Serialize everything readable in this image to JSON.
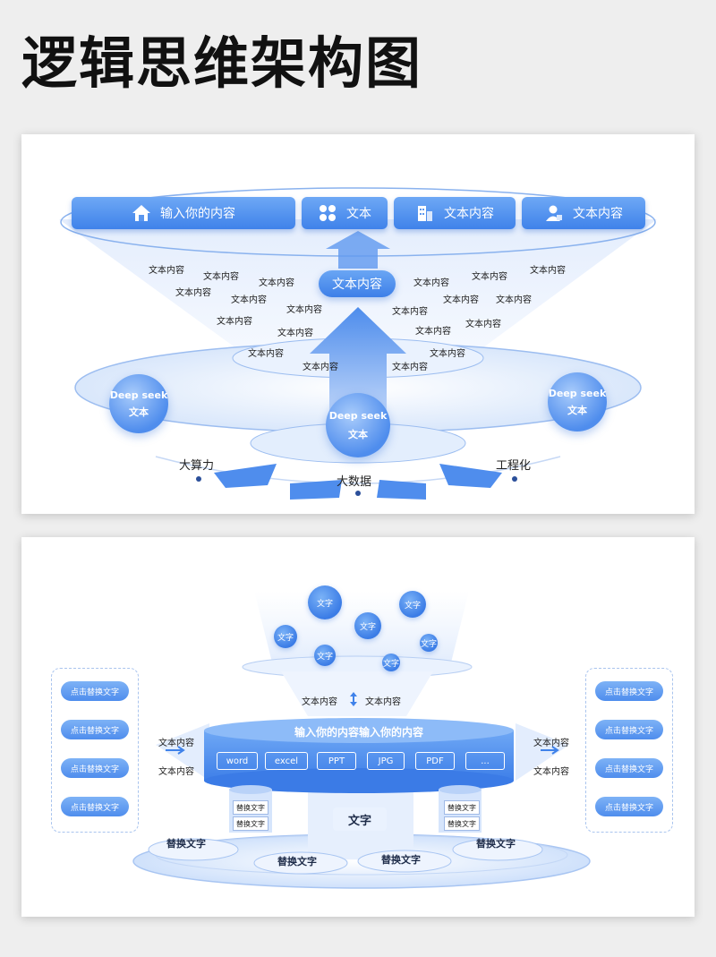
{
  "page_title": "逻辑思维架构图",
  "diagram1": {
    "tabs": [
      {
        "label": "输入你的内容",
        "icon": "house-icon"
      },
      {
        "label": "文本",
        "icon": "grid-icon"
      },
      {
        "label": "文本内容",
        "icon": "building-icon"
      },
      {
        "label": "文本内容",
        "icon": "person-icon"
      }
    ],
    "center_label": "文本内容",
    "scatter_text": "文本内容",
    "spheres": [
      {
        "line1": "Deep seek",
        "line2": "文本"
      },
      {
        "line1": "Deep seek",
        "line2": "文本"
      },
      {
        "line1": "Deep seek",
        "line2": "文本"
      }
    ],
    "bottom_labels": [
      "大算力",
      "大数据",
      "工程化"
    ]
  },
  "diagram2": {
    "bubble_text": "文字",
    "mid_left": "文本内容",
    "mid_right": "文本内容",
    "platform_title": "输入你的内容输入你的内容",
    "formats": [
      "word",
      "excel",
      "PPT",
      "JPG",
      "PDF",
      "..."
    ],
    "side_button": "点击替换文字",
    "side_text": "文本内容",
    "tag_text": "替换文字",
    "center_box": "文字",
    "base_labels": [
      "替换文字",
      "替换文字",
      "替换文字",
      "替换文字"
    ]
  }
}
